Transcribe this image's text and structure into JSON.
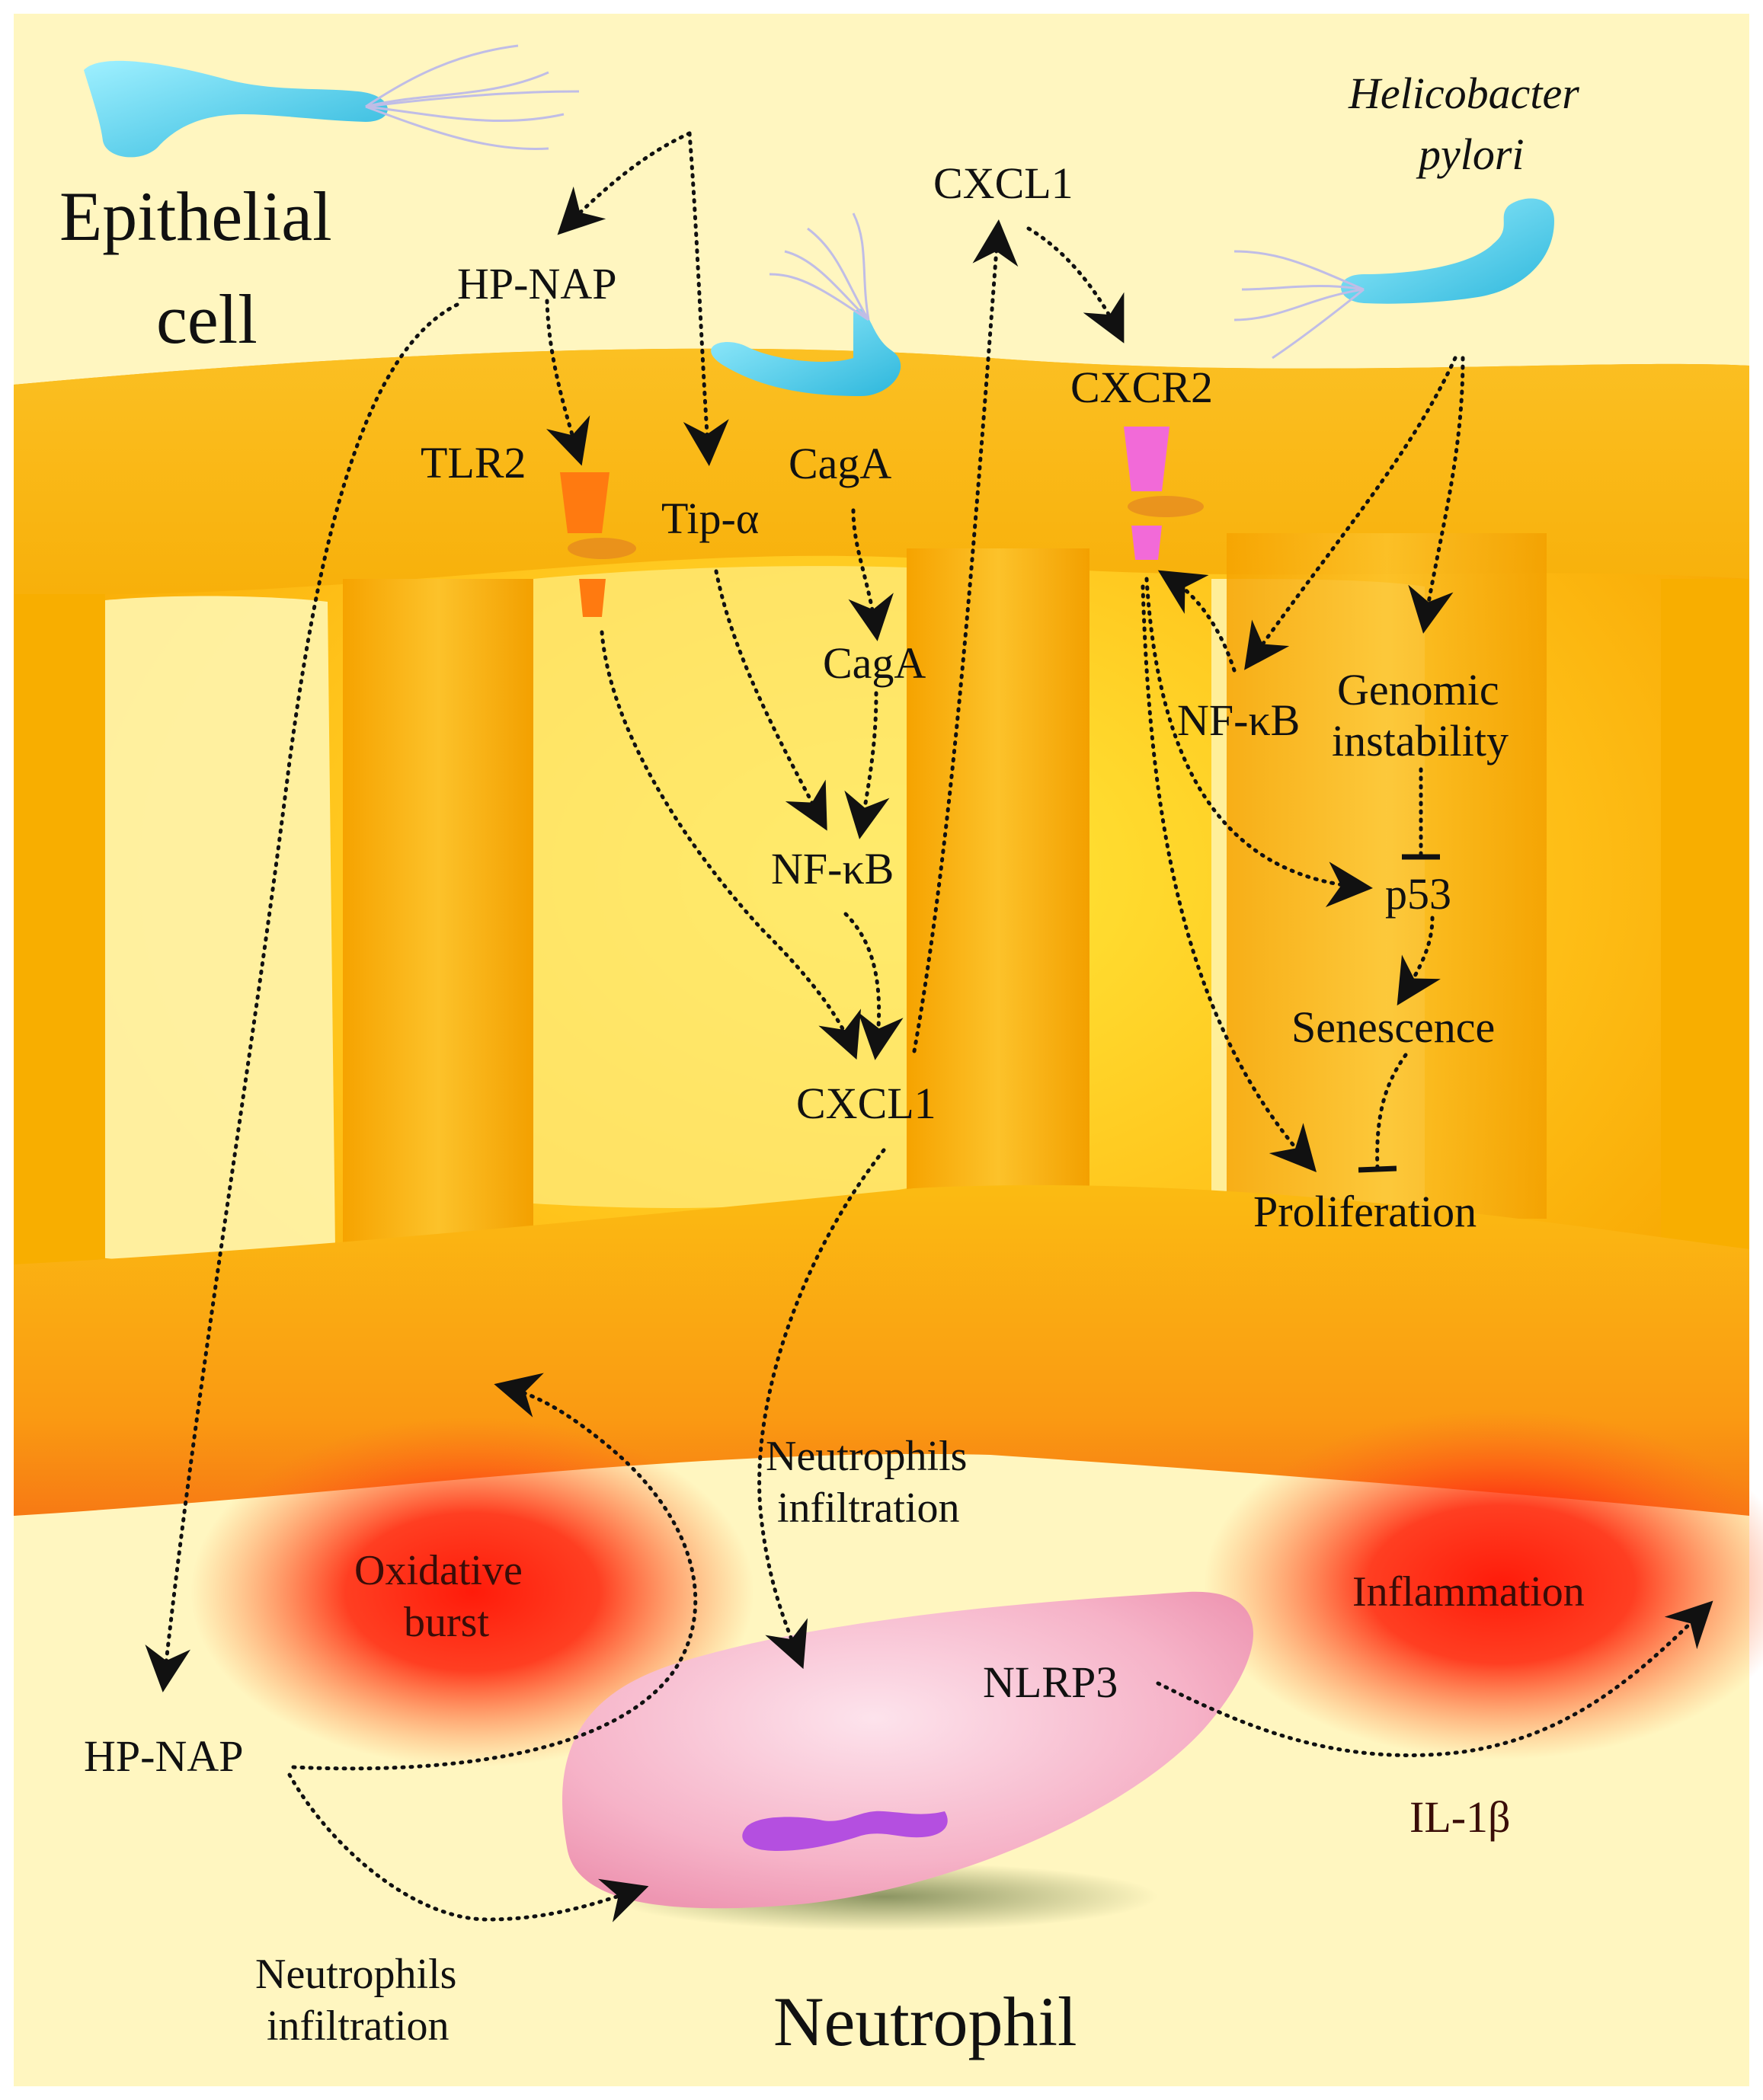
{
  "regions": {
    "epithelial_cell": [
      "Epithelial",
      "cell"
    ],
    "neutrophil": "Neutrophil"
  },
  "bacterium": {
    "name": [
      "Helicobacter",
      "pylori"
    ]
  },
  "factors": {
    "hp_nap_top": "HP-NAP",
    "hp_nap_bottom": "HP-NAP",
    "tlr2": "TLR2",
    "tip_alpha": "Tip-α",
    "caga_membrane": "CagA",
    "caga_cytoplasm": "CagA",
    "nfkb_center": "NF-κB",
    "nfkb_right": "NF-κB",
    "cxcl1_top": "CXCL1",
    "cxcl1_center": "CXCL1",
    "cxcr2": "CXCR2",
    "genomic_instability": [
      "Genomic",
      "instability"
    ],
    "p53": "p53",
    "senescence": "Senescence",
    "proliferation": "Proliferation",
    "nlrp3": "NLRP3",
    "il1b": "IL-1β"
  },
  "processes": {
    "neutrophils_infiltration_center": [
      "Neutrophils",
      "infiltration"
    ],
    "neutrophils_infiltration_bottom": [
      "Neutrophils",
      "infiltration"
    ],
    "oxidative_burst": [
      "Oxidative",
      "burst"
    ],
    "inflammation": "Inflammation"
  },
  "colors": {
    "background": "#fff6c0",
    "membrane": "#f9b500",
    "bacterium": "#47cbe6",
    "tlr2_receptor": "#ff7a10",
    "cxcr2_receptor": "#f26ad8",
    "neutrophil_body": "#f7b6c9",
    "nucleus": "#b44fe0",
    "inflammation_glow": "#ff1b0a",
    "arrow": "#111111"
  }
}
